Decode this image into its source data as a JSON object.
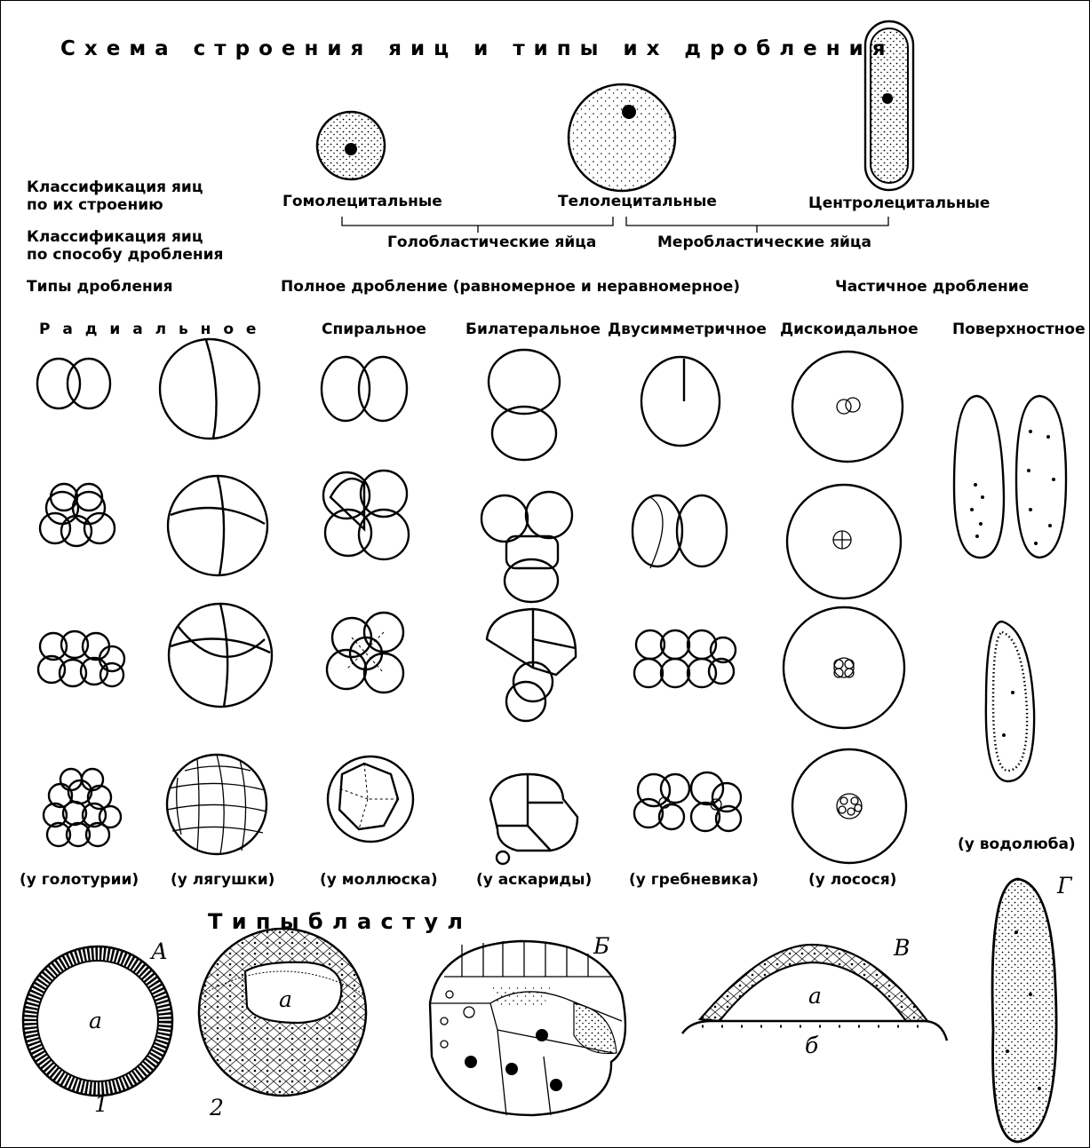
{
  "title": "Схема строения яиц и типы их дробления",
  "row_labels": {
    "structure": [
      "Классификация яиц",
      "по их строению"
    ],
    "cleavage_method": [
      "Классификация яиц",
      "по способу дробления"
    ],
    "types": "Типы  дробления"
  },
  "egg_types": {
    "homolecithal": "Гомолецитальные",
    "telolecithal": "Телолецитальные",
    "centrolecithal": "Центролецитальные"
  },
  "egg_groups": {
    "holoblastic": "Голобластические яйца",
    "meroblastic": "Меробластические яйца"
  },
  "cleavage": {
    "complete": "Полное дробление (равномерное и неравномерное)",
    "partial": "Частичное дробление"
  },
  "columns": {
    "radial": "Р а д и а л ь н о е",
    "spiral": "Спиральное",
    "bilateral": "Билатеральное",
    "bisymmetric": "Двусимметричное",
    "discoidal": "Дискоидальное",
    "superficial": "Поверхностное"
  },
  "organisms": [
    "(у голотурии)",
    "(у лягушки)",
    "(у моллюска)",
    "(у аскариды)",
    "(у гребневика)",
    "(у лосося)",
    "(у водолюба)"
  ],
  "blastula_title": "Т и п ы     б л а с т у л",
  "blastula_labels": {
    "A": "А",
    "B": "Б",
    "V": "В",
    "G": "Г",
    "cavity_a": "а",
    "yolk_b": "б",
    "num1": "1",
    "num2": "2"
  }
}
